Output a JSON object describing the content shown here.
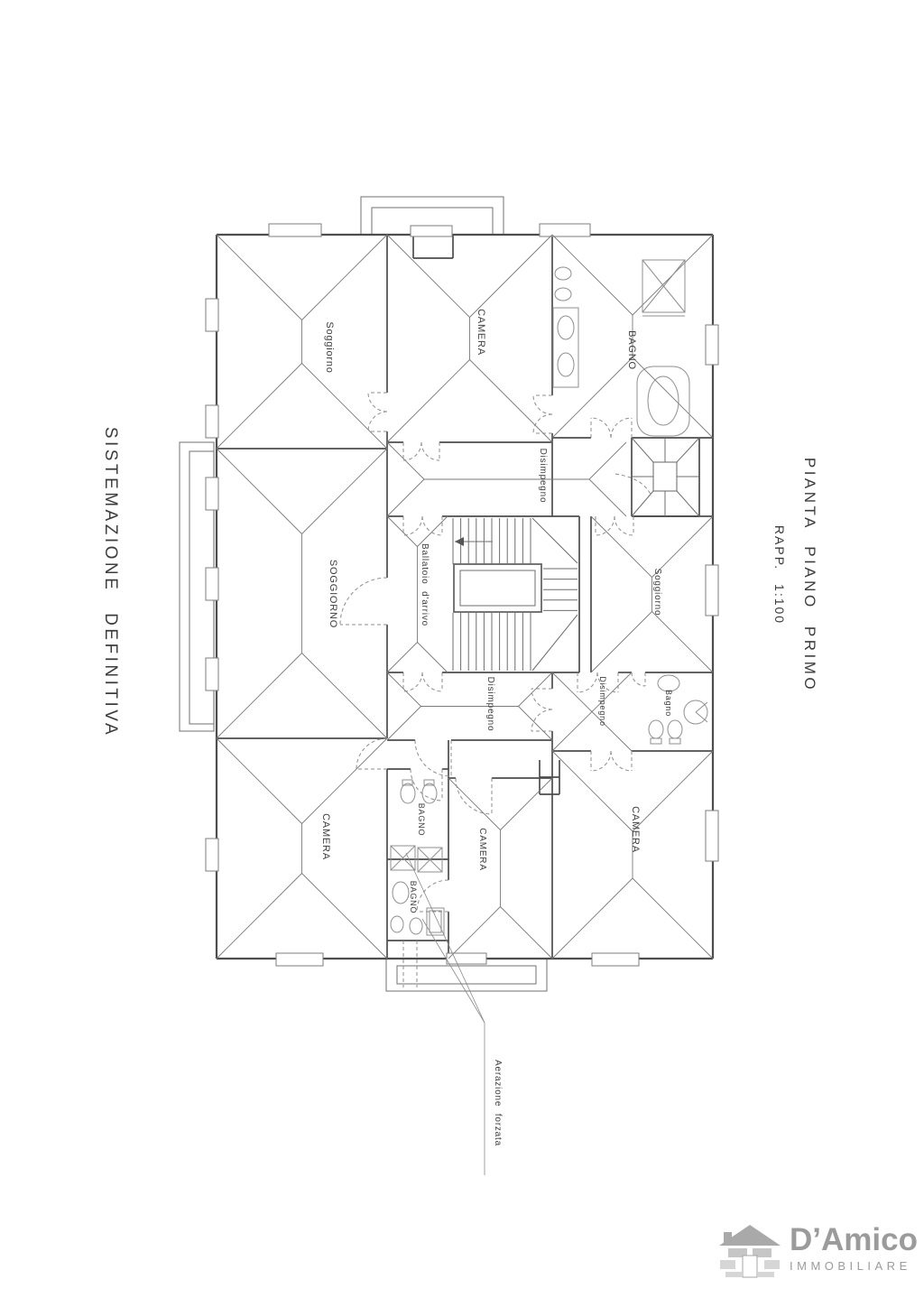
{
  "sheet": {
    "background": "#ffffff",
    "line_color": "#4d4d4d"
  },
  "titles": {
    "left_title": "SISTEMAZIONE DEFINITIVA",
    "right_title": "PIANTA PIANO PRIMO",
    "right_subtitle": "RAPP. 1:100"
  },
  "plan": {
    "rooms": [
      {
        "id": "soggiorno-top-left",
        "label": "Soggiorno"
      },
      {
        "id": "camera-top-middle",
        "label": "CAMERA"
      },
      {
        "id": "bagno-top-right",
        "label": "BAGNO"
      },
      {
        "id": "soggiorno-main",
        "label": "SOGGIORNO"
      },
      {
        "id": "disimpegno-upper",
        "label": "Disimpegno"
      },
      {
        "id": "ballatoio-arrivo",
        "label": "Ballatoio d'arrivo"
      },
      {
        "id": "soggiorno-mid-right",
        "label": "Soggiorno"
      },
      {
        "id": "disimpegno-lower",
        "label": "Disimpegno"
      },
      {
        "id": "disimpegno-lower-right",
        "label": "Disimpegno"
      },
      {
        "id": "bagno-mid-right",
        "label": "Bagno"
      },
      {
        "id": "camera-bottom-left",
        "label": "CAMERA"
      },
      {
        "id": "bagno-bottom-upper",
        "label": "BAGNO"
      },
      {
        "id": "bagno-bottom-lower",
        "label": "BAGNO"
      },
      {
        "id": "camera-bottom-middle",
        "label": "CAMERA"
      },
      {
        "id": "camera-bottom-right",
        "label": "CAMERA"
      }
    ],
    "annotation": "Aerazione forzata"
  },
  "logo": {
    "name": "D’Amico",
    "subtitle": "IMMOBILIARE",
    "text_color": "#9b9b9b",
    "roof_color": "#a9a9a9",
    "brick_color": "#c6c6c6",
    "brick_light": "#d6d6d6"
  }
}
